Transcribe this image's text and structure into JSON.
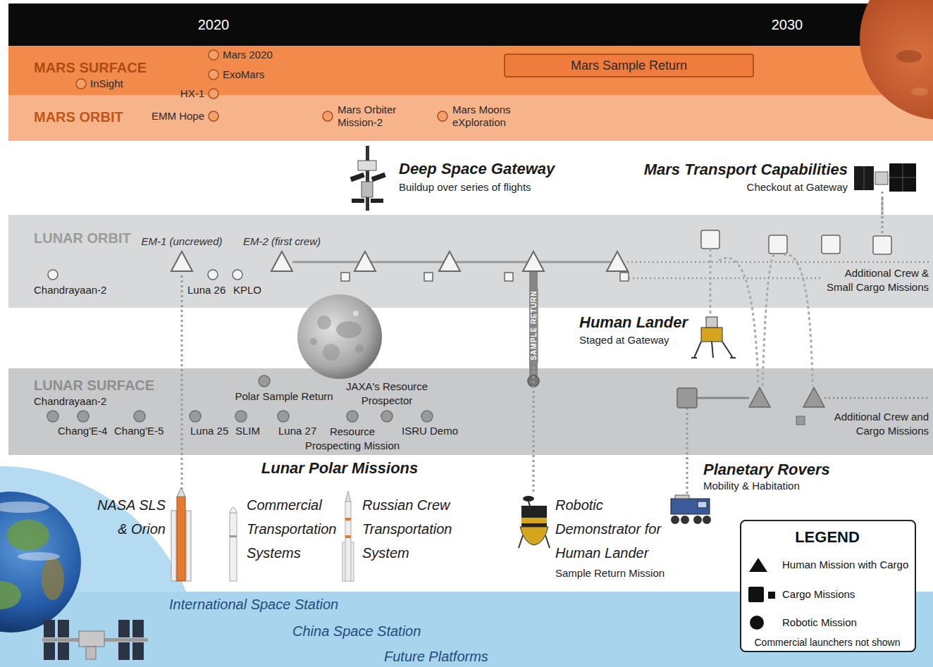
{
  "diagram": {
    "nodes": [
      {
        "text": [
          "2020",
          "2030"
        ]
      },
      {
        "text": [
          "MARS SURFACE"
        ]
      },
      {
        "text": [
          "Mars Sample Return"
        ],
        "in": 1
      },
      {
        "text": [
          "MARS ORBIT"
        ]
      },
      {
        "text": [
          "Mars Transport Capabilities",
          "Checkout at Gateway"
        ]
      },
      {
        "text": [
          "LUNAR ORBIT"
        ]
      },
      {
        "text": [
          "EM-1 (uncrewed)"
        ],
        "in": 5
      },
      {
        "text": [
          "EM-2 (first crew)"
        ],
        "in": 5
      },
      {
        "text": [
          "LUNAR SURFACE"
        ]
      },
      {
        "text": [
          "Planetary Rovers",
          "Mobility & Habitation"
        ]
      },
      {
        "text": [
          "NASA SLS & Orion"
        ]
      },
      {
        "text": [
          "Robotic Demonstrator for Human Lander",
          "Sample Return Mission"
        ]
      },
      {
        "text": [
          "International Space Station",
          "China Space Station",
          "Future Platforms"
        ]
      }
    ],
    "edges": [
      {
        "from": 10,
        "to": 6,
        "arrow": "none"
      },
      {
        "from": 11,
        "to": 5,
        "label": "SAMPLE RETURN",
        "arrow": "none"
      },
      {
        "from": 9,
        "to": 8,
        "arrow": "none"
      },
      {
        "from": 4,
        "to": 5,
        "arrow": "none"
      }
    ],
    "labels": [
      "InSight",
      "Mars 2020",
      "ExoMars",
      "HX-1",
      "EMM Hope",
      "Mars Orbiter Mission-2",
      "Mars Moons eXploration",
      "Deep Space Gateway",
      "Buildup over series of flights",
      "Chandrayaan-2",
      "Luna 26",
      "KPLO",
      "Additional Crew & Small Cargo Missions",
      "Human Lander",
      "Staged at Gateway",
      "Chandrayaan-2",
      "Chang'E-4",
      "Chang'E-5",
      "Polar Sample Return",
      "JAXA's Resource Prospector",
      "Luna 25",
      "SLIM",
      "Luna 27",
      "Resource Prospecting Mission",
      "ISRU Demo",
      "Additional Crew and Cargo Missions",
      "Lunar Polar Missions",
      "Commercial Transportation Systems",
      "Russian Crew Transportation System",
      "LEGEND",
      "Commercial launchers not shown"
    ],
    "legend": [
      {
        "text": "Human Mission with Cargo"
      },
      {
        "text": "Cargo Missions"
      },
      {
        "text": "Robotic Mission"
      }
    ]
  }
}
